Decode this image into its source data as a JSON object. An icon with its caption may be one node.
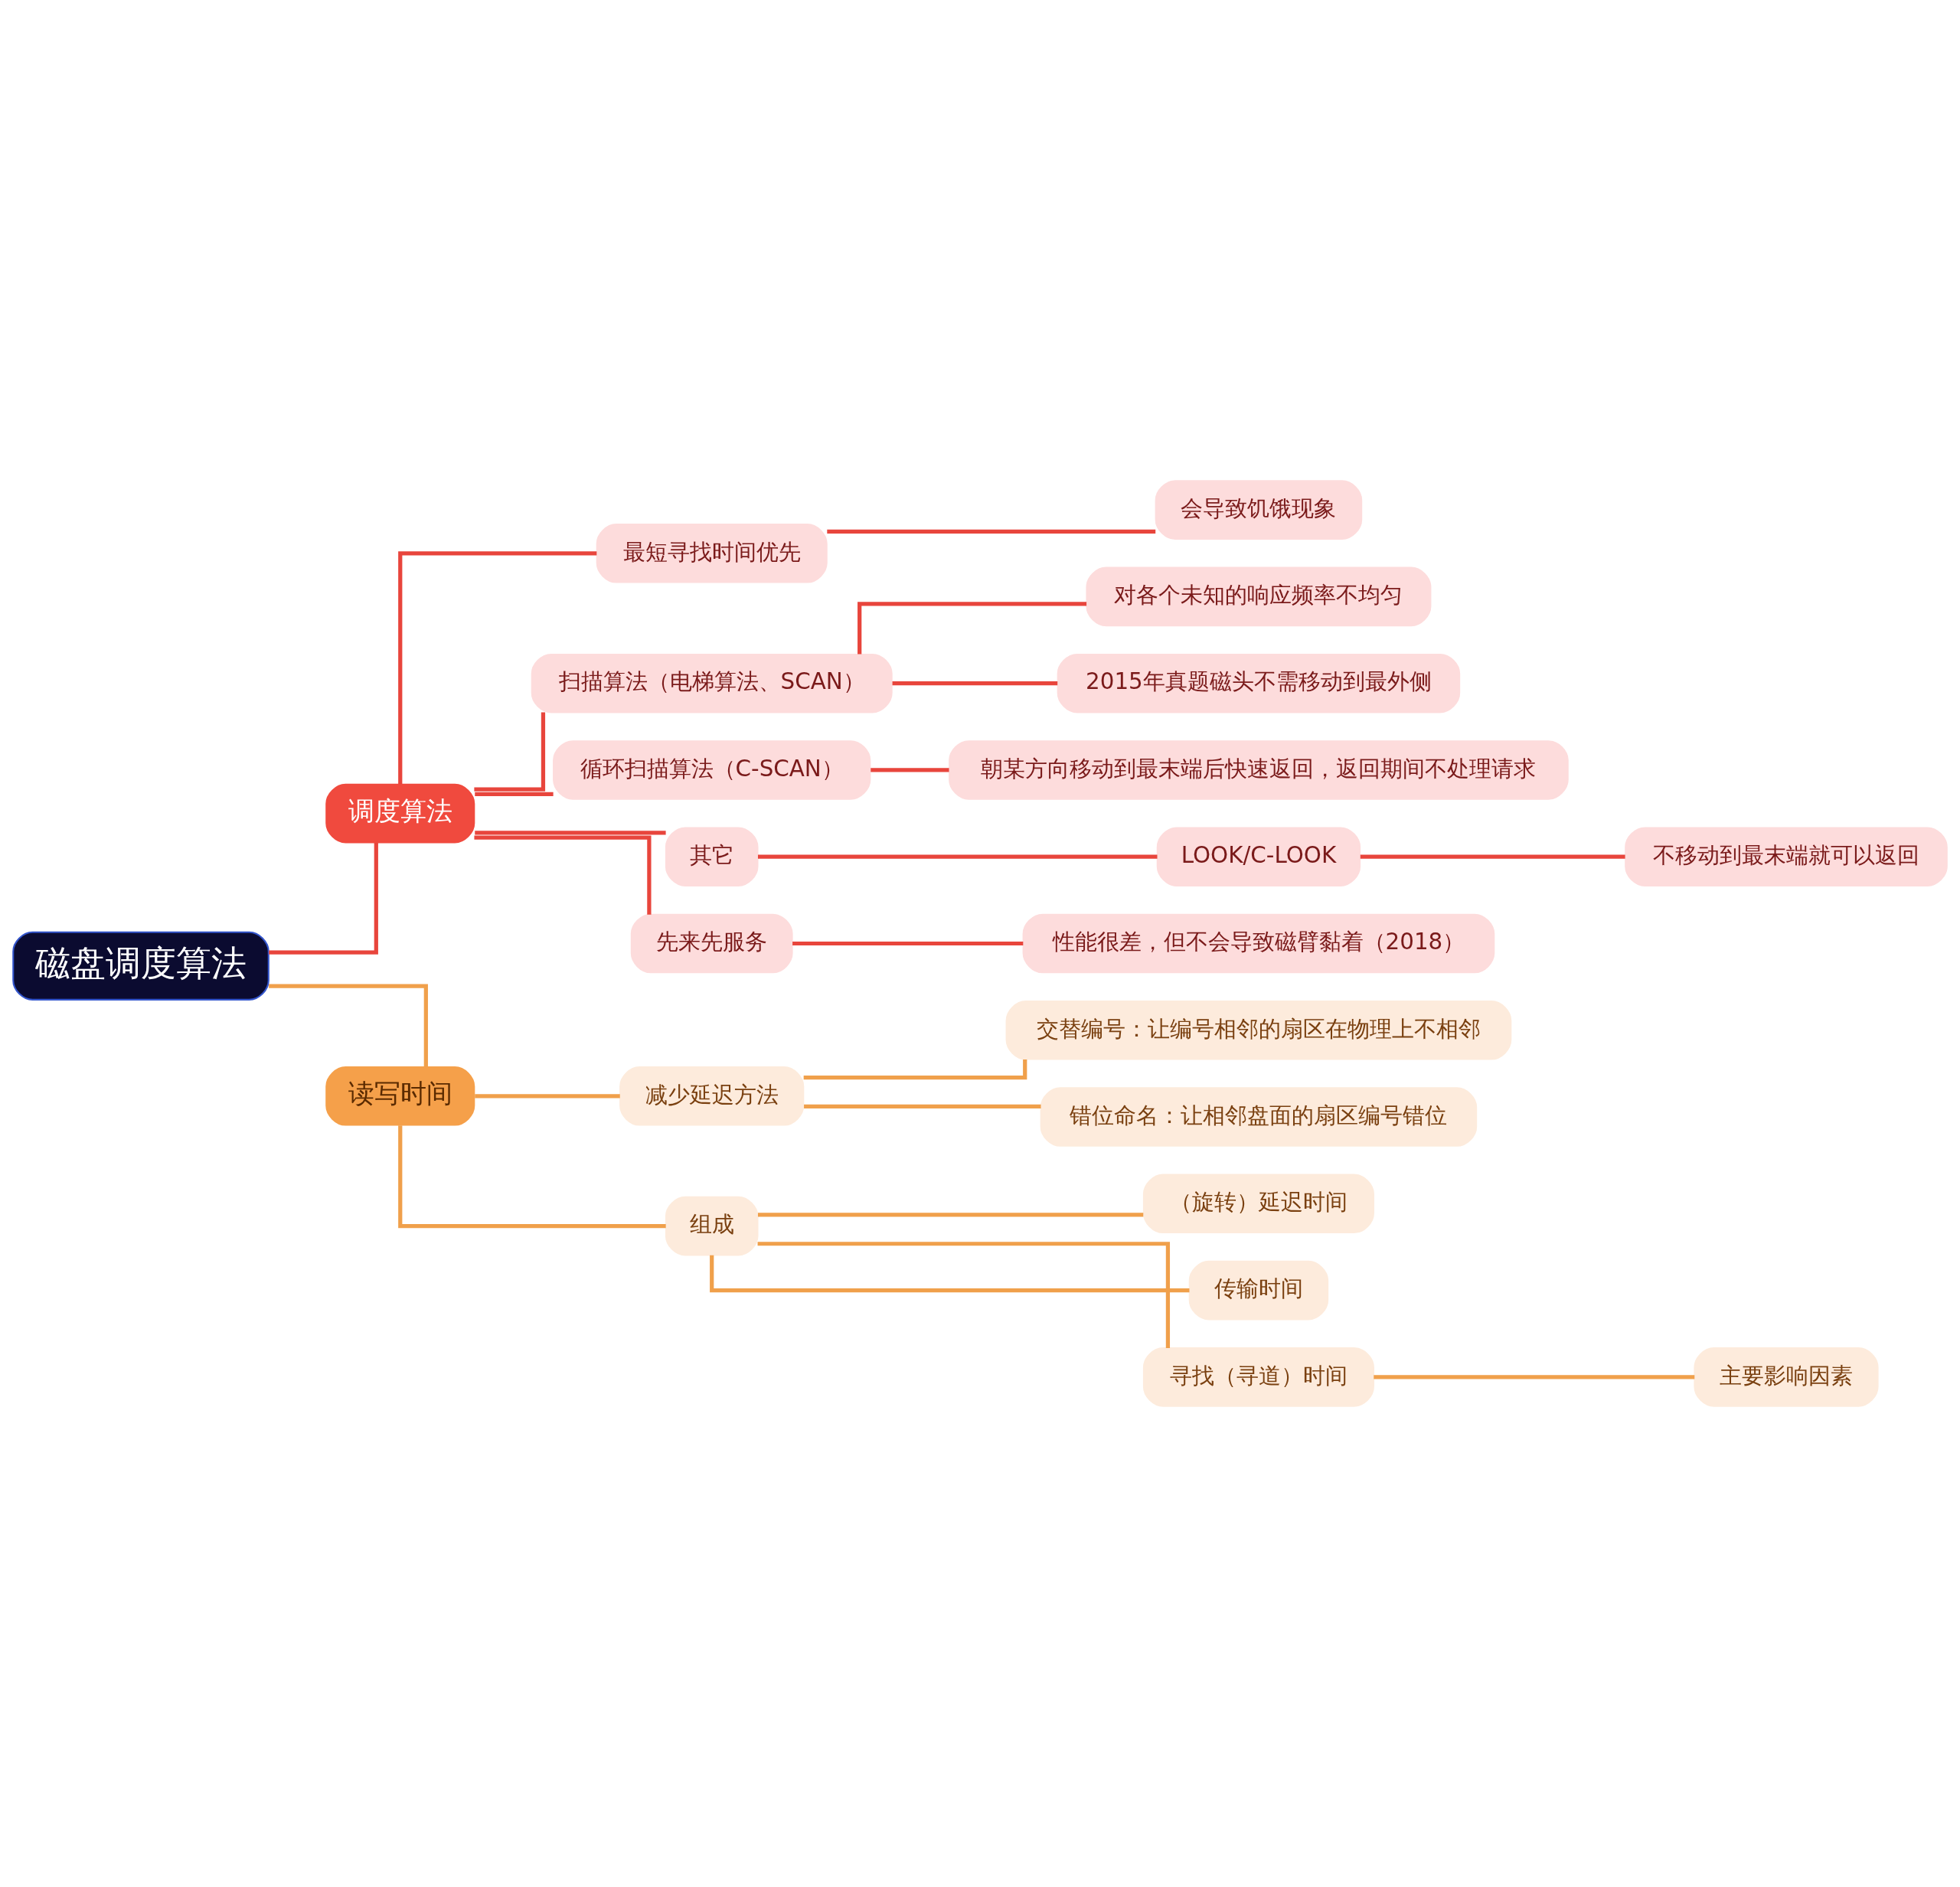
{
  "diagram": {
    "nodes": [
      {
        "text": [
          "磁盘调度算法"
        ]
      },
      {
        "text": [
          "调度算法"
        ]
      },
      {
        "text": [
          "最短寻找时间优先"
        ]
      },
      {
        "text": [
          "会导致饥饿现象"
        ]
      },
      {
        "text": [
          "扫描算法（电梯算法、SCAN）"
        ]
      },
      {
        "text": [
          "对各个未知的响应频率不均匀"
        ]
      },
      {
        "text": [
          "2015年真题磁头不需移动到最外侧"
        ]
      },
      {
        "text": [
          "循环扫描算法（C-SCAN）"
        ]
      },
      {
        "text": [
          "朝某方向移动到最末端后快速返回，返回期间不处理请求"
        ]
      },
      {
        "text": [
          "其它"
        ]
      },
      {
        "text": [
          "LOOK/C-LOOK"
        ]
      },
      {
        "text": [
          "不移动到最末端就可以返回"
        ]
      },
      {
        "text": [
          "先来先服务"
        ]
      },
      {
        "text": [
          "性能很差，但不会导致磁臂黏着（2018）"
        ]
      },
      {
        "text": [
          "读写时间"
        ]
      },
      {
        "text": [
          "减少延迟方法"
        ]
      },
      {
        "text": [
          "交替编号：让编号相邻的扇区在物理上不相邻"
        ]
      },
      {
        "text": [
          "错位命名：让相邻盘面的扇区编号错位"
        ]
      },
      {
        "text": [
          "组成"
        ]
      },
      {
        "text": [
          "（旋转）延迟时间"
        ]
      },
      {
        "text": [
          "传输时间"
        ]
      },
      {
        "text": [
          "寻找（寻道）时间"
        ]
      },
      {
        "text": [
          "主要影响因素"
        ]
      }
    ],
    "edges": [
      {
        "from": 0,
        "to": 1,
        "arrow": "none"
      },
      {
        "from": 1,
        "to": 2,
        "arrow": "none"
      },
      {
        "from": 2,
        "to": 3,
        "arrow": "none"
      },
      {
        "from": 1,
        "to": 4,
        "arrow": "none"
      },
      {
        "from": 4,
        "to": 5,
        "arrow": "none"
      },
      {
        "from": 4,
        "to": 6,
        "arrow": "none"
      },
      {
        "from": 1,
        "to": 7,
        "arrow": "none"
      },
      {
        "from": 7,
        "to": 8,
        "arrow": "none"
      },
      {
        "from": 1,
        "to": 9,
        "arrow": "none"
      },
      {
        "from": 9,
        "to": 10,
        "arrow": "none"
      },
      {
        "from": 10,
        "to": 11,
        "arrow": "none"
      },
      {
        "from": 1,
        "to": 12,
        "arrow": "none"
      },
      {
        "from": 12,
        "to": 13,
        "arrow": "none"
      },
      {
        "from": 0,
        "to": 14,
        "arrow": "none",
        "color": "#f0a04b"
      },
      {
        "from": 14,
        "to": 15,
        "arrow": "none",
        "color": "#f0a04b"
      },
      {
        "from": 15,
        "to": 16,
        "arrow": "none",
        "color": "#f0a04b"
      },
      {
        "from": 15,
        "to": 17,
        "arrow": "none",
        "color": "#f0a04b"
      },
      {
        "from": 14,
        "to": 18,
        "arrow": "none",
        "color": "#f0a04b"
      },
      {
        "from": 18,
        "to": 19,
        "arrow": "none",
        "color": "#f0a04b"
      },
      {
        "from": 18,
        "to": 20,
        "arrow": "none",
        "color": "#f0a04b"
      },
      {
        "from": 18,
        "to": 21,
        "arrow": "none",
        "color": "#f0a04b"
      },
      {
        "from": 21,
        "to": 22,
        "arrow": "none",
        "color": "#f0a04b"
      }
    ]
  }
}
